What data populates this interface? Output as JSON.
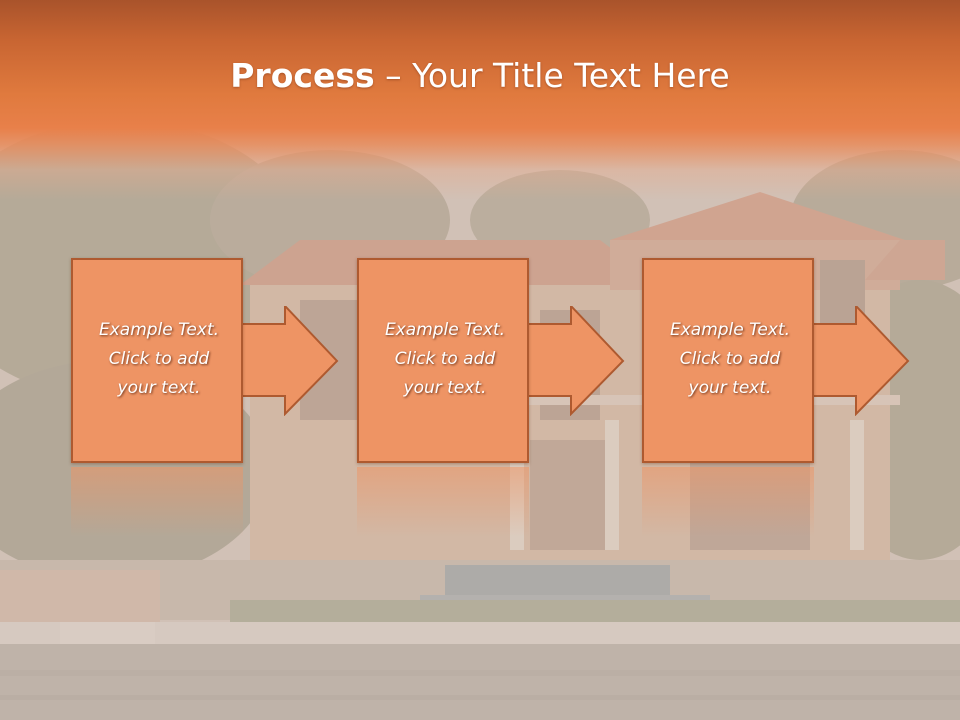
{
  "slide": {
    "title_bold": "Process",
    "title_rest": " – Your Title Text Here"
  },
  "steps": [
    {
      "line1": "Example Text.",
      "line2": "Click  to add",
      "line3": "your text."
    },
    {
      "line1": "Example Text.",
      "line2": "Click  to add",
      "line3": "your text."
    },
    {
      "line1": "Example Text.",
      "line2": "Click  to add",
      "line3": "your text."
    }
  ],
  "colors": {
    "title_band": "#e07a3e",
    "box_fill": "#ee9464",
    "box_border": "#ae5a30",
    "text": "#ffffff"
  }
}
